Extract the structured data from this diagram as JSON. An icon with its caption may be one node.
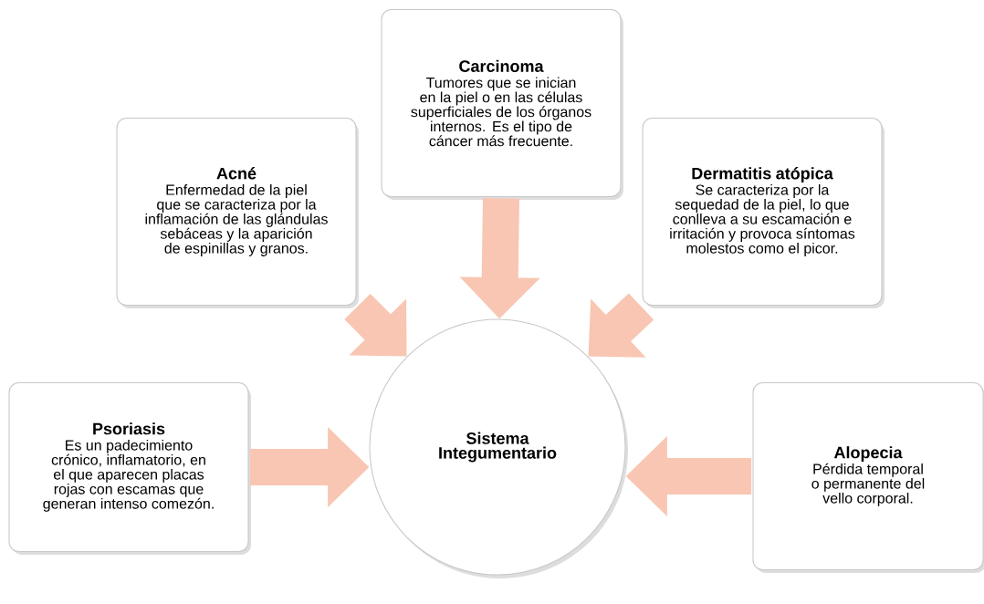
{
  "diagram": {
    "nodes": [
      {
        "text": [
          "Carcinoma",
          "Tumores que se inician en la piel o en las células superficiales de los órganos internos. Es el tipo de cáncer más frecuente."
        ]
      },
      {
        "text": [
          "Acné",
          "Enfermedad de la piel que se caracteriza por la inflamación de las glándulas sebáceas y la aparición de espinillas y granos."
        ]
      },
      {
        "text": [
          "Dermatitis atópica",
          "Se caracteriza por la sequedad de la piel, lo que conlleva a su escamación e irritación y provoca síntomas molestos como el picor."
        ]
      },
      {
        "text": [
          "Psoriasis",
          "Es un padecimiento crónico, inflamatorio, en el que aparecen placas rojas con escamas que generan intenso comezón."
        ]
      },
      {
        "text": [
          "Sistema Integumentario"
        ]
      },
      {
        "text": [
          "Alopecia",
          "Pérdida temporal o permanente del vello corporal."
        ]
      }
    ],
    "edges": [
      {
        "from": 0,
        "to": 4,
        "arrow": "to"
      },
      {
        "from": 1,
        "to": 4,
        "arrow": "to"
      },
      {
        "from": 2,
        "to": 4,
        "arrow": "to"
      },
      {
        "from": 3,
        "to": 4,
        "arrow": "to"
      },
      {
        "from": 5,
        "to": 4,
        "arrow": "to"
      }
    ]
  }
}
